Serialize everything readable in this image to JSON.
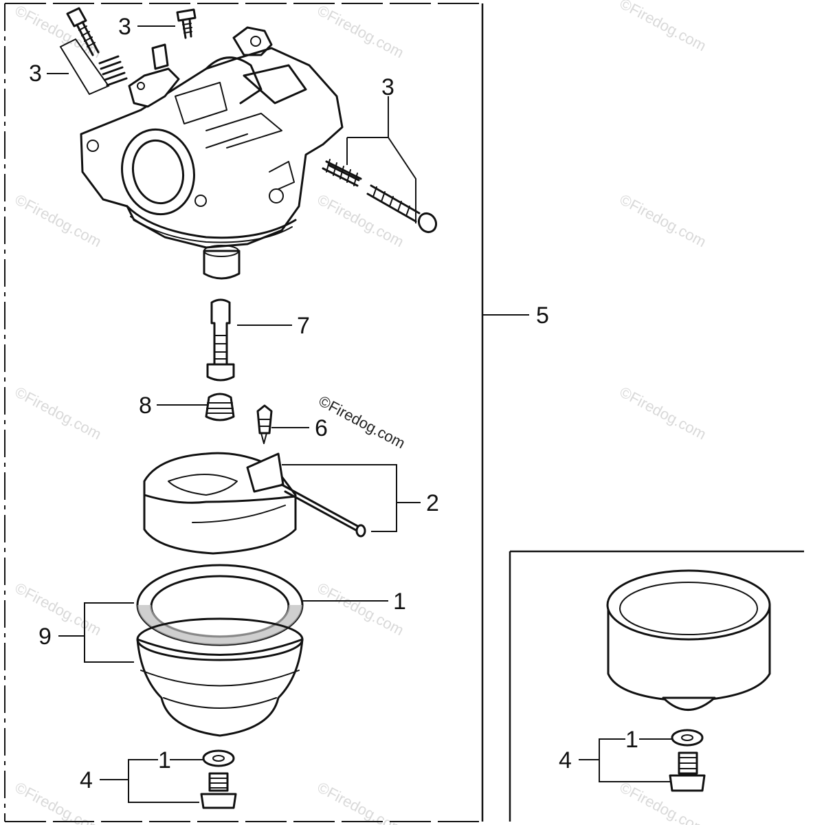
{
  "callouts": {
    "c3_top": "3",
    "c3_left": "3",
    "c3_right": "3",
    "c5": "5",
    "c7": "7",
    "c8": "8",
    "c6": "6",
    "c2": "2",
    "c1": "1",
    "c9": "9",
    "c1_bottom": "1",
    "c4": "4",
    "c1_inset": "1",
    "c4_inset": "4"
  },
  "watermark": {
    "text": "©Firedog.com"
  }
}
